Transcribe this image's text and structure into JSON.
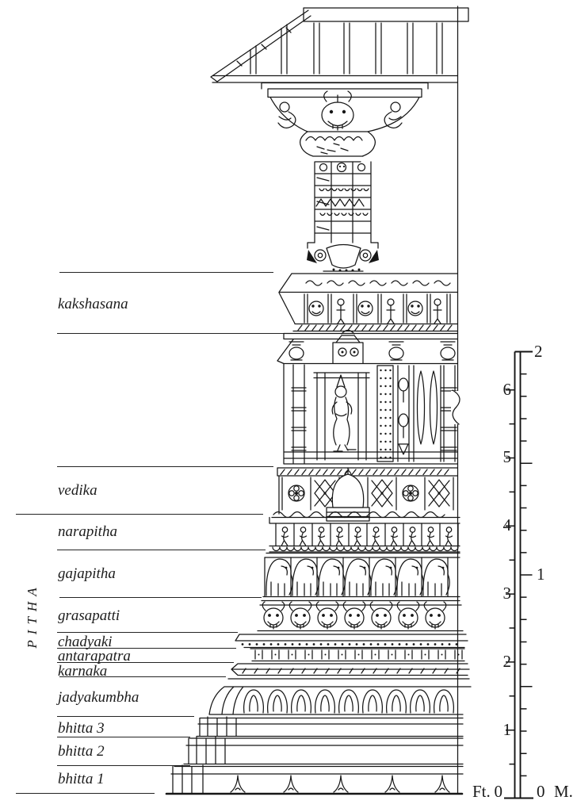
{
  "figure": {
    "pitha_group_label": "PITHA",
    "labels": [
      "kakshasana",
      "vedika",
      "narapitha",
      "gajapitha",
      "grasapatti",
      "chadyaki",
      "antarapatra",
      "karnaka",
      "jadyakumbha",
      "bhitta 3",
      "bhitta 2",
      "bhitta 1"
    ]
  },
  "ruler": {
    "left_unit_label": "Ft.",
    "left_zero_label": "0",
    "right_zero_label": "0",
    "right_unit_label": "M.",
    "feet_tick_labels": [
      "1",
      "2",
      "3",
      "4",
      "5",
      "6"
    ],
    "meter_tick_labels": [
      "1",
      "2"
    ],
    "feet_labeled_range": [
      0,
      6
    ],
    "meters_labeled_range": [
      0,
      2
    ],
    "feet_minor_step": 0.5,
    "meter_minor_step": 0.1
  }
}
